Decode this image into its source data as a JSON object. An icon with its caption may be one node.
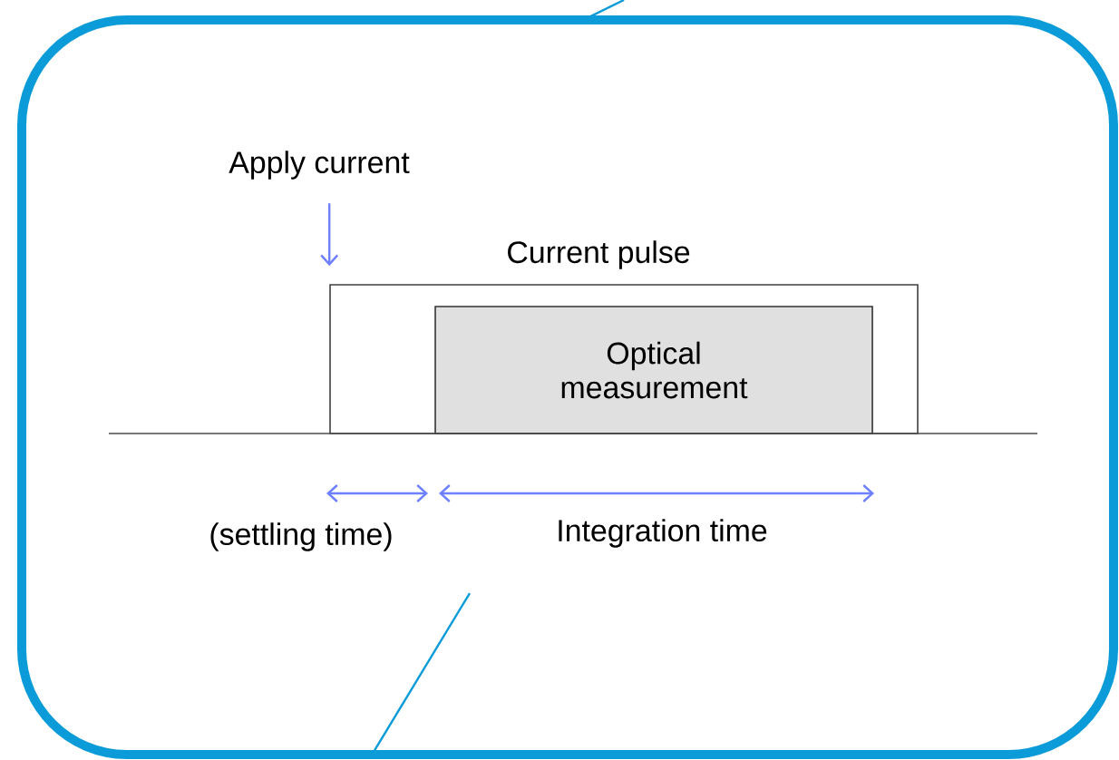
{
  "diagram": {
    "nodes": [
      {
        "text": [],
        "shape": "box"
      },
      {
        "text": [
          "Current pulse"
        ],
        "in": 0
      },
      {
        "text": [
          "Optical measurement"
        ],
        "in": 1
      },
      {
        "text": [
          "Apply current"
        ],
        "in": 0
      }
    ],
    "edges": [
      {
        "from": 3,
        "to": 1,
        "arrow": "to",
        "color": "#6f80ff"
      },
      {
        "from": 0,
        "to": null,
        "arrow": "none",
        "color": "#0a9bd8"
      },
      {
        "from": 0,
        "to": null,
        "arrow": "none",
        "color": "#0a9bd8"
      }
    ],
    "labels": [
      "(settling time)",
      "Integration time"
    ]
  }
}
